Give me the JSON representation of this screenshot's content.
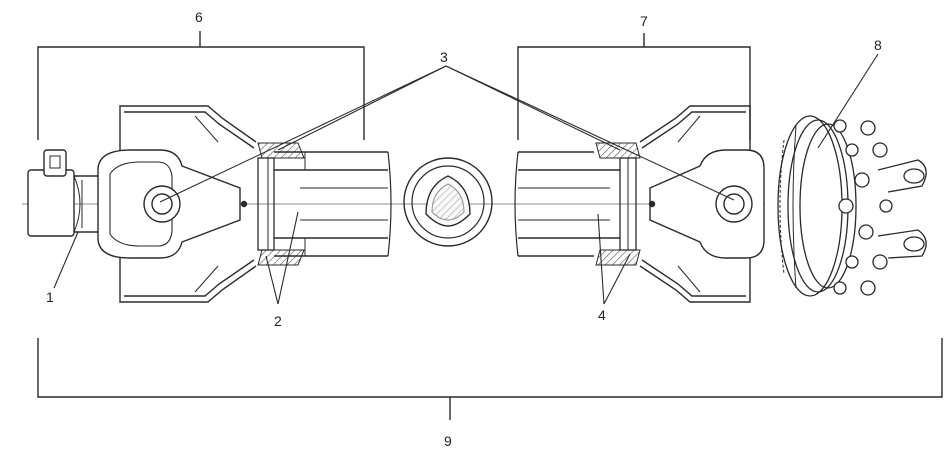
{
  "labels": {
    "l1": "1",
    "l2": "2",
    "l3": "3",
    "l4": "4",
    "l6": "6",
    "l7": "7",
    "l8": "8",
    "l9": "9"
  },
  "colors": {
    "line": "#2a2a2a",
    "hatch": "#6a6a6a",
    "background": "#ffffff"
  }
}
